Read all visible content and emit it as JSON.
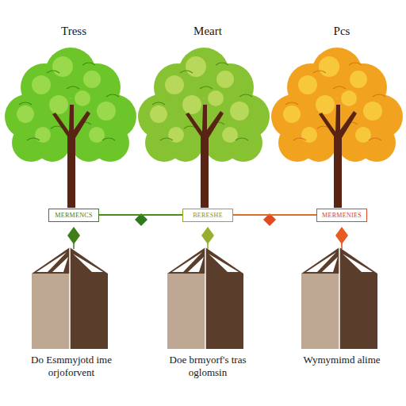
{
  "diagram": {
    "nodes": [
      {
        "text": [
          "MERMENCS"
        ]
      },
      {
        "text": [
          "BERESHE"
        ]
      },
      {
        "text": [
          "MERMENIES"
        ]
      }
    ],
    "edges": [
      {
        "from": 0,
        "to": 1,
        "arrow": "none"
      },
      {
        "from": 1,
        "to": 2,
        "arrow": "none"
      }
    ],
    "labels": [
      "Tress",
      "Meart",
      "Pcs",
      "Do Esmmyjotd ime orjoforvent",
      "Doe brmyorf's tras oglomsin",
      "Wymymimd alime"
    ]
  }
}
